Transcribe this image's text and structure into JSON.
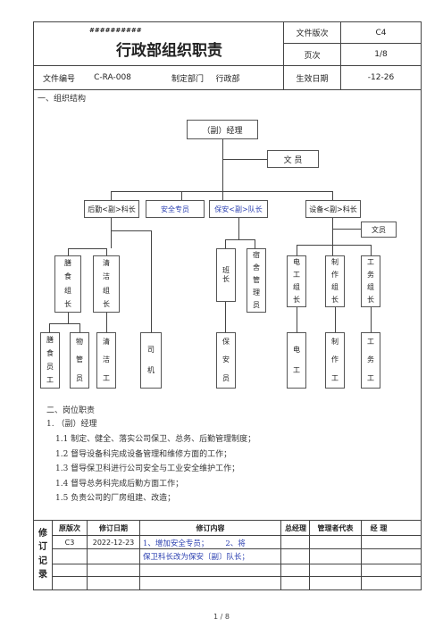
{
  "header": {
    "hash_mark": "##########",
    "title": "行政部组织职责",
    "version_label": "文件版次",
    "version_value": "C4",
    "page_label": "页次",
    "page_value": "1/8",
    "doc_no_label": "文件编号",
    "doc_no_value": "C-RA-008",
    "dept_label": "制定部门",
    "dept_value": "行政部",
    "effective_label": "生效日期",
    "effective_value": "-12-26"
  },
  "section1_title": "一、组织结构",
  "org": {
    "manager": "（副）经理",
    "clerk": "文 员",
    "logistics": "后勤<副>科长",
    "safety": "安全专员",
    "security": "保安<副>队长",
    "equipment": "设备<副>科长",
    "equip_clerk": "文员",
    "canteen_leader": [
      "膳",
      "食",
      "组",
      "长"
    ],
    "cleaning_leader": [
      "清",
      "洁",
      "组",
      "长"
    ],
    "shift_leader": [
      "班",
      "长"
    ],
    "dorm_admin": [
      "宿",
      "舍",
      "管",
      "理",
      "员"
    ],
    "electric_leader": [
      "电",
      "工",
      "组",
      "长"
    ],
    "making_leader": [
      "制",
      "作",
      "组",
      "长"
    ],
    "works_leader": [
      "工",
      "务",
      "组",
      "长"
    ],
    "canteen_staff": [
      "膳",
      "食",
      "员",
      "工"
    ],
    "material_mgr": [
      "物",
      "管",
      "员"
    ],
    "cleaner": [
      "清",
      "洁",
      "工"
    ],
    "driver": [
      "司",
      "机"
    ],
    "guard": [
      "保",
      "安",
      "员"
    ],
    "electrician": [
      "电",
      "工"
    ],
    "maker": [
      "制",
      "作",
      "工"
    ],
    "worker": [
      "工",
      "务",
      "工"
    ]
  },
  "section2_title": "二、岗位职责",
  "duty_heading": "1. （副）经理",
  "duties": [
    "1.1 制定、健全、落实公司保卫、总务、后勤管理制度；",
    "1.2 督导设备科完成设备管理和维修方面的工作；",
    "1.3 督导保卫科进行公司安全与工业安全维护工作；",
    "1.4 督导总务科完成后勤方面工作；",
    "1.5 负责公司的厂房组建、改造；"
  ],
  "revision": {
    "side_label": [
      "修",
      "订",
      "记",
      "录"
    ],
    "headers": [
      "原版次",
      "修订日期",
      "修订内容",
      "总经理",
      "管理者代表",
      "经 理"
    ],
    "row1": {
      "version": "C3",
      "date": "2022-12-23",
      "content_line1": "1、增加安全专员；       2、将",
      "content_line2": "保卫科长改为保安〔副〕队长；"
    }
  },
  "footer": "1 / 8"
}
